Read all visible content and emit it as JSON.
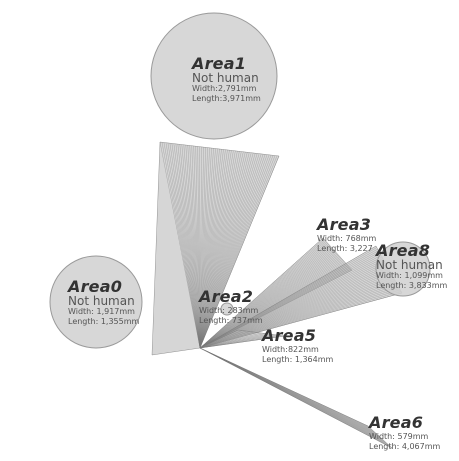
{
  "areas": [
    {
      "name": "Area1",
      "status": "Not human",
      "width": "Width:2,791mm",
      "length": "Length:3,971mm"
    },
    {
      "name": "Area0",
      "status": "Not human",
      "width": "Width: 1,917mm",
      "length": "Length: 1,355mm"
    },
    {
      "name": "Area2",
      "status": "",
      "width": "Width: 283mm",
      "length": "Length: 737mm"
    },
    {
      "name": "Area3",
      "status": "",
      "width": "Width: 768mm",
      "length": "Length: 3,227"
    },
    {
      "name": "Area8",
      "status": "Not human",
      "width": "Width: 1,099mm",
      "length": "Length: 3,833mm"
    },
    {
      "name": "Area5",
      "status": "",
      "width": "Width:822mm",
      "length": "Length: 1,364mm"
    },
    {
      "name": "Area6",
      "status": "",
      "width": "Width: 579mm",
      "length": "Length: 4,067mm"
    }
  ],
  "colors": {
    "circle_fill": "#d0d0d0",
    "circle_stroke": "#9a9a9a",
    "beam_fill": "#b4b4b4",
    "beam_line": "#7a7a7a"
  }
}
